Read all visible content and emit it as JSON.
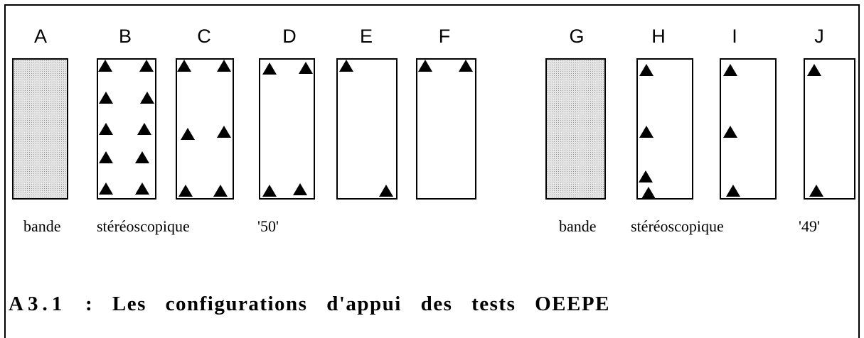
{
  "labels": [
    "A",
    "B",
    "C",
    "D",
    "E",
    "F",
    "G",
    "H",
    "I",
    "J"
  ],
  "captions": {
    "left": [
      "bande",
      "stéréoscopique",
      "'50'"
    ],
    "right": [
      "bande",
      "stéréoscopique",
      "'49'"
    ]
  },
  "title": {
    "number": "A3.1",
    "text": ": Les configurations d'appui des tests OEEPE"
  },
  "strip_fill": {
    "A": "stippled grey",
    "G": "stippled grey"
  },
  "control_point_marker": "black-triangle"
}
